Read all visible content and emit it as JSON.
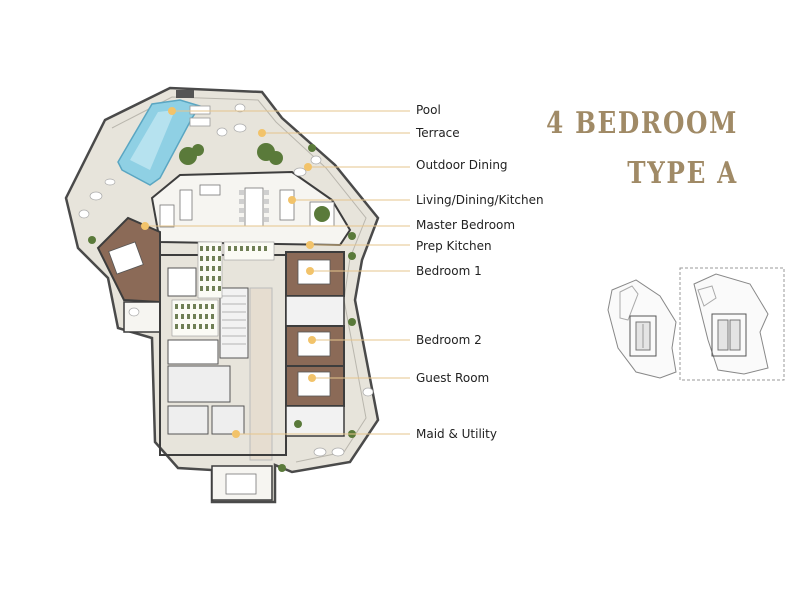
{
  "title": {
    "line1": "4 BEDROOM",
    "line2": "TYPE A"
  },
  "rooms": [
    {
      "id": "pool",
      "label": "Pool"
    },
    {
      "id": "terrace",
      "label": "Terrace"
    },
    {
      "id": "outdoor-dining",
      "label": "Outdoor Dining"
    },
    {
      "id": "living",
      "label": "Living/Dining/Kitchen"
    },
    {
      "id": "master",
      "label": "Master Bedroom"
    },
    {
      "id": "prep",
      "label": "Prep Kitchen"
    },
    {
      "id": "bed1",
      "label": "Bedroom 1"
    },
    {
      "id": "bed2",
      "label": "Bedroom 2"
    },
    {
      "id": "guest",
      "label": "Guest Room"
    },
    {
      "id": "maid",
      "label": "Maid & Utility"
    }
  ],
  "colors": {
    "title": "#a08a66",
    "marker": "#f2c36a",
    "leader": "#e6c58c",
    "terrace": "#e7e4db",
    "pool": "#8fd0e4",
    "wall": "#3d3d3d",
    "wood": "#8b6a57",
    "plant": "#5a7a3a"
  }
}
